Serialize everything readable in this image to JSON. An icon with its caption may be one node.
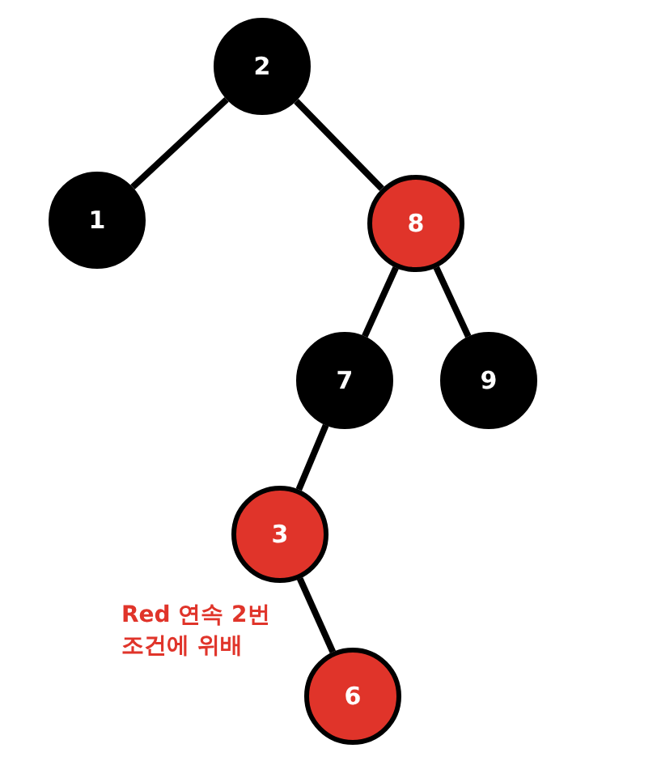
{
  "diagram": {
    "nodes": [
      {
        "text": [
          "2"
        ]
      },
      {
        "text": [
          "1"
        ]
      },
      {
        "text": [
          "8"
        ]
      },
      {
        "text": [
          "7"
        ]
      },
      {
        "text": [
          "9"
        ]
      },
      {
        "text": [
          "3"
        ]
      },
      {
        "text": [
          "6"
        ]
      }
    ],
    "edges": [
      {
        "from": 0,
        "to": 1,
        "arrow": "none"
      },
      {
        "from": 0,
        "to": 2,
        "arrow": "none"
      },
      {
        "from": 2,
        "to": 3,
        "arrow": "none"
      },
      {
        "from": 2,
        "to": 4,
        "arrow": "none"
      },
      {
        "from": 3,
        "to": 5,
        "arrow": "none"
      },
      {
        "from": 5,
        "to": 6,
        "arrow": "none"
      }
    ],
    "labels": [
      "Red 연속 2번 조건에 위배"
    ]
  }
}
